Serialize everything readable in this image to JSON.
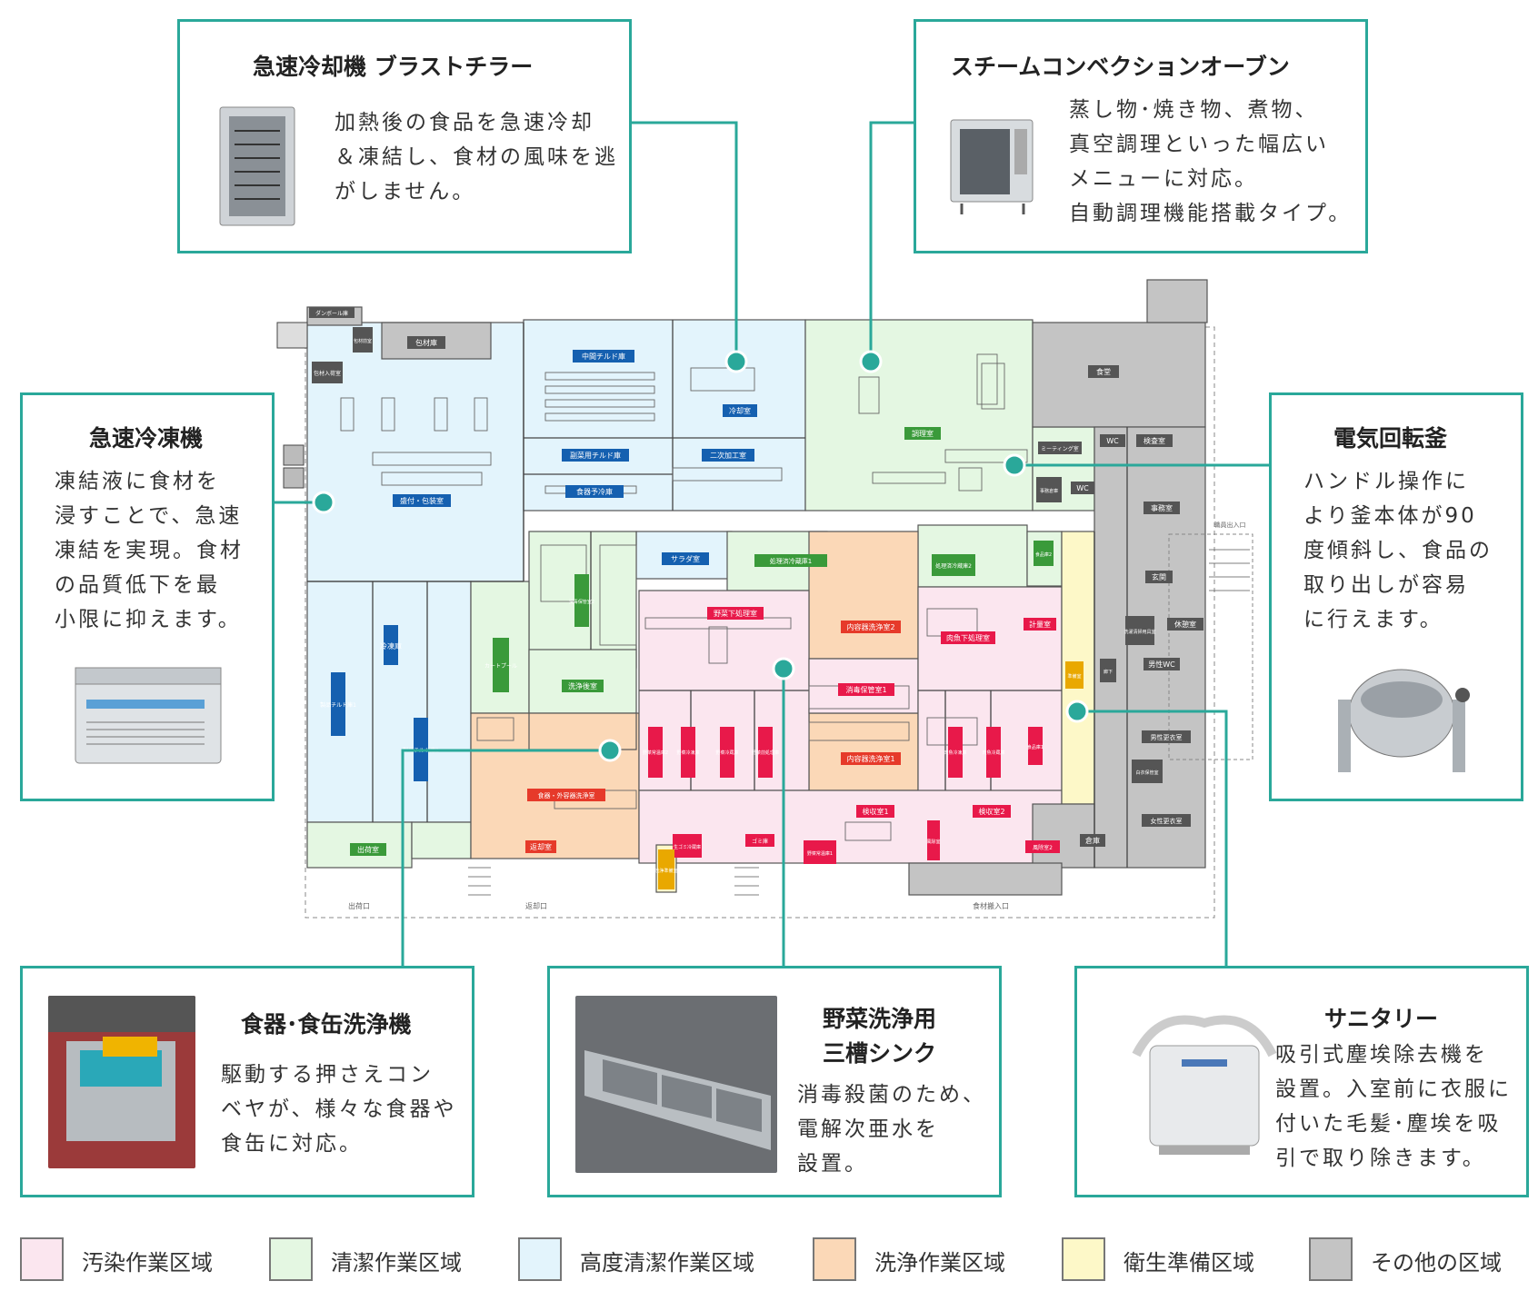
{
  "callouts": {
    "blast_chiller": {
      "title": "急速冷却機 ブラストチラー",
      "desc": "加熱後の食品を急速冷却\n＆凍結し、食材の風味を逃\nがしません。"
    },
    "steam_oven": {
      "title": "スチームコンベクションオーブン",
      "desc": "蒸し物･焼き物、煮物、\n真空調理といった幅広い\nメニューに対応。\n自動調理機能搭載タイプ。"
    },
    "rapid_freezer": {
      "title": "急速冷凍機",
      "desc": "凍結液に食材を\n浸すことで、急速\n凍結を実現。食材\nの品質低下を最\n小限に抑えます。"
    },
    "rotary_kettle": {
      "title": "電気回転釜",
      "desc": "ハンドル操作に\nより釜本体が90\n度傾斜し、食品の\n取り出しが容易\nに行えます。"
    },
    "dish_washer": {
      "title": "食器･食缶洗浄機",
      "desc": "駆動する押さえコン\nベヤが、様々な食器や\n食缶に対応。"
    },
    "veg_sink": {
      "title1": "野菜洗浄用",
      "title2": "三槽シンク",
      "desc": "消毒殺菌のため、\n電解次亜水を\n設置。"
    },
    "sanitary": {
      "title": "サニタリー",
      "desc": "吸引式塵埃除去機を\n設置。入室前に衣服に\n付いた毛髪･塵埃を吸\n引で取り除きます。"
    }
  },
  "legend": [
    {
      "label": "汚染作業区域",
      "color": "#fbe6ef"
    },
    {
      "label": "清潔作業区域",
      "color": "#e4f7e2"
    },
    {
      "label": "高度清潔作業区域",
      "color": "#e3f4fc"
    },
    {
      "label": "洗浄作業区域",
      "color": "#fbd8b7"
    },
    {
      "label": "衛生準備区域",
      "color": "#fdf8c8"
    },
    {
      "label": "その他の区域",
      "color": "#c4c4c4"
    }
  ],
  "colors": {
    "accent": "#2aa89a",
    "room_blue": "#1560b0",
    "room_green": "#3a9a3a",
    "room_red": "#e8194a",
    "room_orange": "#e63a2a",
    "room_yellow": "#e9a800",
    "room_gray": "#555555"
  },
  "rooms": {
    "r_dambo": "ダンボール庫",
    "r_houzai": "包材庫",
    "r_housenjo": "包材前室",
    "r_houin": "包材入荷室",
    "r_chuukan": "中間チルド庫",
    "r_reikyaku": "冷却室",
    "r_moriki": "盛付・包装室",
    "r_ichiji": "二次加工室",
    "r_fukuchi": "副菜用チルド庫",
    "r_shokkiyo": "食器予冷庫",
    "r_chouri": "調理室",
    "r_shokudo": "食堂",
    "r_meeting": "ミーティング室",
    "r_wc1": "WC",
    "r_kenpin": "検査室",
    "r_jimuso": "事務倉庫",
    "r_wc2": "WC",
    "r_jimu": "事務室",
    "r_salad": "サラダ室",
    "r_shorizumi1": "処理済冷蔵庫1",
    "r_shorizumi2": "処理済冷蔵庫2",
    "r_shohinzai": "食品庫2",
    "r_genkan": "玄関",
    "r_sentaku": "洗濯清掃用具室",
    "r_kyuukei": "休憩室",
    "r_yasaishita": "野菜下処理室",
    "r_naiyou2": "内容器洗浄室2",
    "r_nikugyo": "肉魚下処理室",
    "r_keiryou": "計量室",
    "r_shoudoku": "消毒保管室2",
    "r_cart": "カートプール",
    "r_reitou": "冷凍庫",
    "r_seihin1": "製品チルド庫1",
    "r_seihin2": "製品チルド庫2",
    "r_senjogo": "洗浄後室",
    "r_shoudoku1": "消毒保管室1",
    "r_rouka": "廊下",
    "r_junbi": "準備室",
    "r_dansei": "男性WC",
    "r_yasaijou2": "野菜常温庫2",
    "r_yasaireitou": "野菜冷凍庫",
    "r_yasaireizou": "野菜冷蔵庫",
    "r_yasaizen": "野菜前処理庫",
    "r_naiyou1": "内容器洗浄室1",
    "r_niku_reitou": "肉魚冷凍庫",
    "r_niku_reizou": "肉魚冷蔵庫",
    "r_shokuhin1": "食品庫1",
    "r_danseikoui": "男性更衣室",
    "r_hakui": "白衣保管室",
    "r_shokki": "食器・外容器洗浄室",
    "r_kenshu1": "検収室1",
    "r_kenshu2": "検収室2",
    "r_joseikoui": "女性更衣室",
    "r_shukka": "出荷室",
    "r_henkyaku": "返却室",
    "r_namagomi": "生ゴミ冷蔵庫",
    "r_gomi": "ゴミ庫",
    "r_yasaijou1": "野菜常温庫1",
    "r_fuuin": "風除室",
    "r_fuuin2": "風除室2",
    "r_souko": "倉庫",
    "r_senjoujunbi": "洗浄準備室",
    "e_shukka": "出荷口",
    "e_henkyaku": "返却口",
    "e_shokuzai": "食材搬入口",
    "e_shokuin": "職員出入口"
  }
}
